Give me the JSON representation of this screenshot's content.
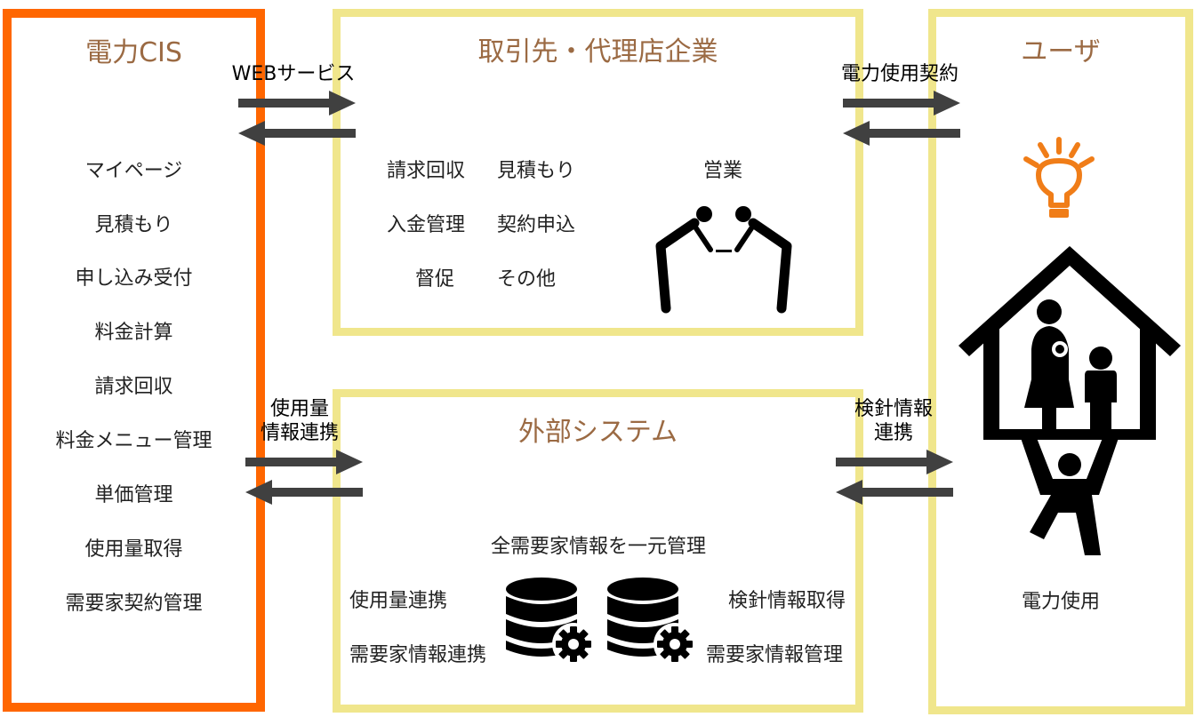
{
  "colors": {
    "cis_border": "#ff6600",
    "panel_border": "#f0e68c",
    "title_text": "#9b6a43",
    "arrow": "#404040",
    "icon": "#000000",
    "bulb": "#f07d18"
  },
  "cis": {
    "title": "電力CIS",
    "items": [
      "マイページ",
      "見積もり",
      "申し込み受付",
      "料金計算",
      "請求回収",
      "料金メニュー管理",
      "単価管理",
      "使用量取得",
      "需要家契約管理"
    ]
  },
  "partner": {
    "title": "取引先・代理店企業",
    "functions": [
      "請求回収",
      "見積もり",
      "入金管理",
      "契約申込",
      "督促",
      "その他"
    ],
    "sales_label": "営業",
    "icon": "bowing-people-icon"
  },
  "external": {
    "title": "外部システム",
    "subtitle": "全需要家情報を一元管理",
    "left_items": [
      "使用量連携",
      "需要家情報連携"
    ],
    "right_items": [
      "検針情報取得",
      "需要家情報管理"
    ],
    "icon": "database-gear-icon"
  },
  "user": {
    "title": "ユーザ",
    "footer": "電力使用",
    "icons": [
      "light-bulb-icon",
      "family-house-icon"
    ]
  },
  "connections": {
    "web_service": "WEBサービス",
    "power_contract": "電力使用契約",
    "usage_link": "使用量\n情報連携",
    "meter_link": "検針情報\n連携"
  }
}
